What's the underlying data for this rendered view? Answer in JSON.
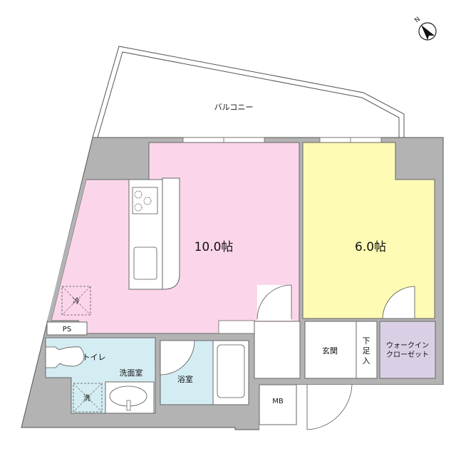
{
  "compass": {
    "label": "N",
    "icon": "north-arrow-icon"
  },
  "rooms": {
    "balcony": {
      "label": "バルコニー"
    },
    "ldk": {
      "label": "10.0帖",
      "color": "#fbd6ea"
    },
    "western": {
      "label": "6.0帖",
      "color": "#fdfbb4"
    },
    "toilet": {
      "label": "トイレ",
      "color": "#d4edf3"
    },
    "washroom": {
      "label": "洗面室",
      "color": "#d4edf3"
    },
    "bathroom": {
      "label": "浴室",
      "color": "#d4edf3"
    },
    "entrance": {
      "label": "玄関"
    },
    "shoe_storage": {
      "label": "下足入"
    },
    "walk_in_closet": {
      "line1": "ウォークイン",
      "line2": "クローゼット",
      "color": "#d9d0e6"
    },
    "ps": {
      "label": "PS"
    },
    "mb": {
      "label": "MB"
    },
    "fridge": {
      "label": "冷"
    },
    "washer": {
      "label": "洗"
    }
  },
  "colors": {
    "wall": "#b3b3b3",
    "outline": "#555555"
  }
}
